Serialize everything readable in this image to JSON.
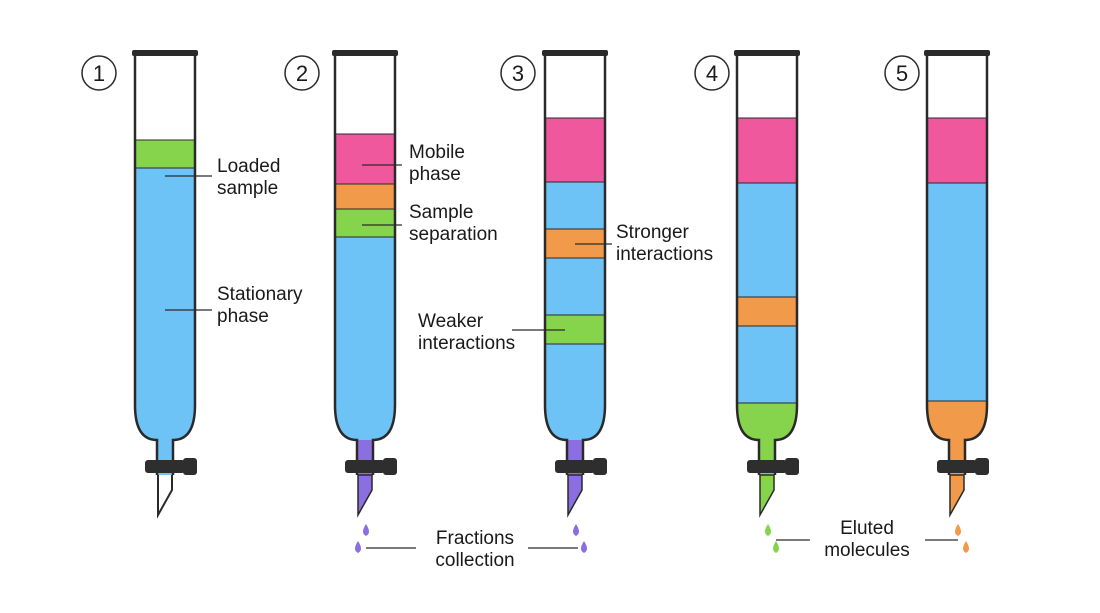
{
  "steps": [
    "1",
    "2",
    "3",
    "4",
    "5"
  ],
  "labels": {
    "loaded_sample": [
      "Loaded",
      "sample"
    ],
    "stationary_phase": [
      "Stationary",
      "phase"
    ],
    "mobile_phase": [
      "Mobile",
      "phase"
    ],
    "sample_separation": [
      "Sample",
      "separation"
    ],
    "stronger_interactions": [
      "Stronger",
      "interactions"
    ],
    "weaker_interactions": [
      "Weaker",
      "interactions"
    ],
    "fractions_collection": [
      "Fractions",
      "collection"
    ],
    "eluted_molecules": [
      "Eluted",
      "molecules"
    ]
  },
  "colors": {
    "stationary": "#6dc3f5",
    "mobile": "#f0589e",
    "strong": "#f09a4a",
    "weak": "#86d44c",
    "eluate_purple": "#8b6fe0",
    "outline": "#2a2a2a",
    "stopcock": "#2e2e2e"
  }
}
